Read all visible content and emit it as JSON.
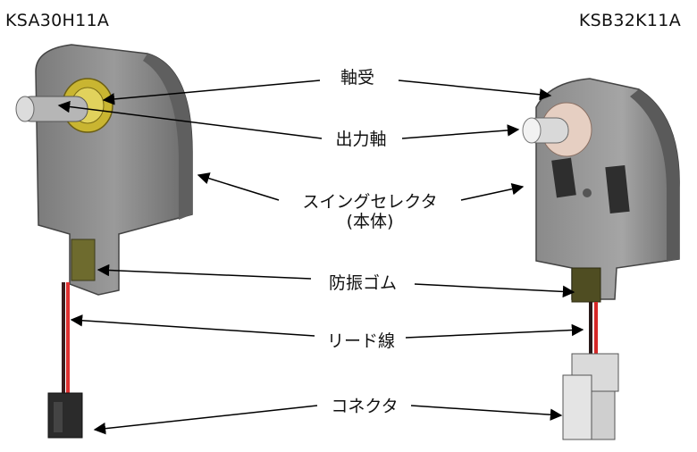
{
  "models": {
    "left": "KSA30H11A",
    "right": "KSB32K11A"
  },
  "labels": {
    "bearing": "軸受",
    "output_shaft": "出力軸",
    "body_line1": "スイングセレクタ",
    "body_line2": "(本体)",
    "rubber": "防振ゴム",
    "lead": "リード線",
    "connector": "コネクタ"
  }
}
